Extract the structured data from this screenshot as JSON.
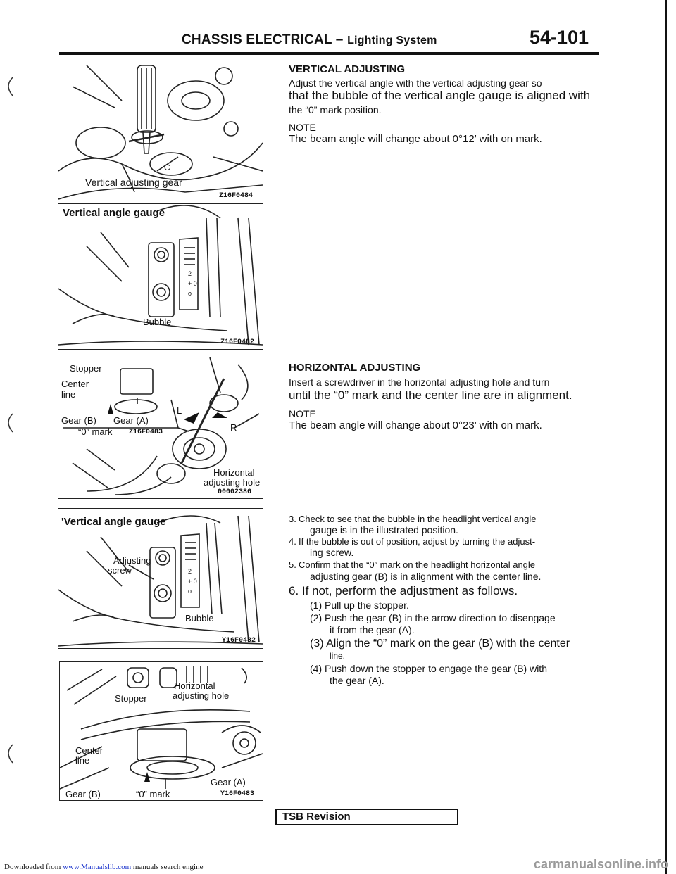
{
  "header": {
    "title_main": "CHASSIS ELECTRICAL –",
    "title_sub": "Lighting System",
    "page_number": "54-101"
  },
  "figures": {
    "fig1": {
      "label_gear": "Vertical adjusting gear",
      "code": "Z16F0484",
      "small_c": "C"
    },
    "fig2": {
      "label_gauge": "Vertical angle gauge",
      "label_bubble": "Bubble",
      "code": "Z16F0482"
    },
    "fig3": {
      "label_stopper": "Stopper",
      "label_center": "Center",
      "label_line": "line",
      "label_gear_b": "Gear (B)",
      "label_gear_a": "Gear (A)",
      "label_zero": "“0” mark",
      "code_small": "Z16F0483",
      "label_l": "L",
      "label_r": "R",
      "label_horizontal": "Horizontal",
      "label_adj_hole": "adjusting hole",
      "code": "00002386"
    },
    "fig4": {
      "label_gauge": "'Vertical angle gauge",
      "label_adjusting": "Adjusting",
      "label_screw": "screw",
      "label_bubble": "Bubble",
      "code": "Y16F0482"
    },
    "fig5": {
      "label_horizontal": "Horizontal",
      "label_adj_hole": "adjusting hole",
      "label_stopper": "Stopper",
      "label_center": "Center",
      "label_line": "line",
      "label_gear_a": "Gear (A)",
      "label_gear_b": "Gear (B)",
      "label_zero": "“0” mark",
      "code": "Y16F0483"
    }
  },
  "vertical": {
    "heading": "VERTICAL ADJUSTING",
    "line1": "Adjust the vertical angle with the vertical adjusting gear so",
    "line2": "that the bubble of the vertical angle gauge is aligned with",
    "line3": "the “0” mark position.",
    "note_label": "NOTE",
    "note_text": "The beam angle will change about 0°12’ with on mark."
  },
  "horizontal": {
    "heading": "HORIZONTAL ADJUSTING",
    "line1": "Insert a screwdriver in the horizontal adjusting hole and turn",
    "line2": "until the “0” mark and the center line are in alignment.",
    "note_label": "NOTE",
    "note_text": "The beam angle will change about 0°23’ with on mark."
  },
  "steps": {
    "s3_num": "3.",
    "s3_a": "Check to see that the bubble in the headlight vertical angle",
    "s3_b": "gauge is in the illustrated position.",
    "s4_num": "4.",
    "s4_a": "If the bubble is out of position, adjust by turning the adjust-",
    "s4_b": "ing screw.",
    "s5_num": "5.",
    "s5_a": "Confirm that the “0” mark on the headlight horizontal angle",
    "s5_b": "adjusting gear (B) is in alignment with the center line.",
    "s6": "6. If not, perform the adjustment as follows.",
    "sub1": "(1) Pull up the stopper.",
    "sub2a": "(2) Push the gear (B) in the arrow direction to disengage",
    "sub2b": "it from the gear (A).",
    "sub3a": "(3) Align the “0” mark on the gear (B) with the center",
    "sub3b": "line.",
    "sub4a": "(4) Push down the stopper to engage the gear (B) with",
    "sub4b": "the gear (A)."
  },
  "tsb": {
    "label": "TSB Revision"
  },
  "footer": {
    "prefix": "Downloaded from",
    "link": "www.Manualslib.com",
    "suffix": "manuals search engine",
    "watermark": "carmanualsonline.info"
  }
}
